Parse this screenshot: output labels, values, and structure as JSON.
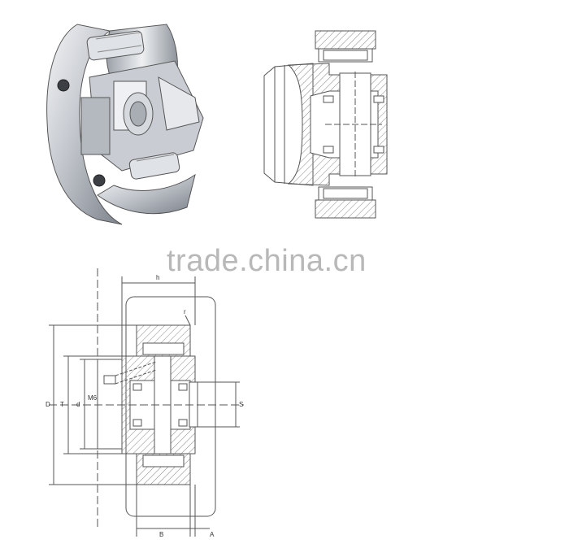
{
  "watermark": {
    "text": "trade.china.cn"
  },
  "dimension_labels": {
    "h": "h",
    "r": "r",
    "D": "D",
    "T": "T",
    "d": "d",
    "M6": "M6",
    "S": "S",
    "B": "B",
    "A": "A"
  },
  "colors": {
    "line": "#555555",
    "hatch": "#8a8a8a",
    "metal_light": "#e4e6ea",
    "metal_mid": "#b9bdc4",
    "metal_dark": "#6d727a",
    "watermark": "#b8b8b8"
  }
}
